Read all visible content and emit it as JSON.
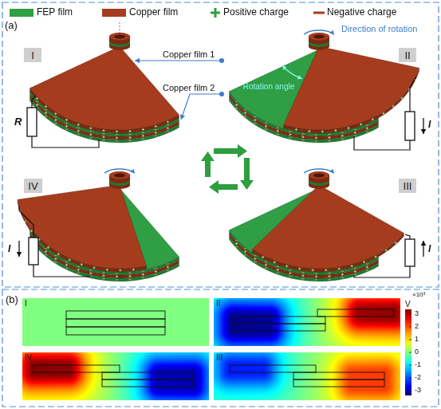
{
  "diagram": {
    "nodes": [
      {
        "text": [
          "I"
        ]
      },
      {
        "text": [
          "II"
        ]
      },
      {
        "text": [
          "IV"
        ]
      },
      {
        "text": [
          "III"
        ]
      }
    ],
    "labels": [
      "(a)",
      "Copper film 1",
      "Copper film 2",
      "R",
      "Direction of rotation",
      "Rotation angle",
      "I",
      "I",
      "I",
      "(b)",
      "I",
      "II",
      "IV",
      "III",
      "V",
      "×10³",
      "3",
      "2",
      "1",
      "0",
      "-1",
      "-2",
      "-3"
    ],
    "legend": [
      {
        "text": "FEP film",
        "color": "#2f9e44"
      },
      {
        "text": "Copper film",
        "color": "#a63c1e"
      },
      {
        "text": "Positive charge"
      },
      {
        "text": "Negative charge"
      }
    ]
  }
}
